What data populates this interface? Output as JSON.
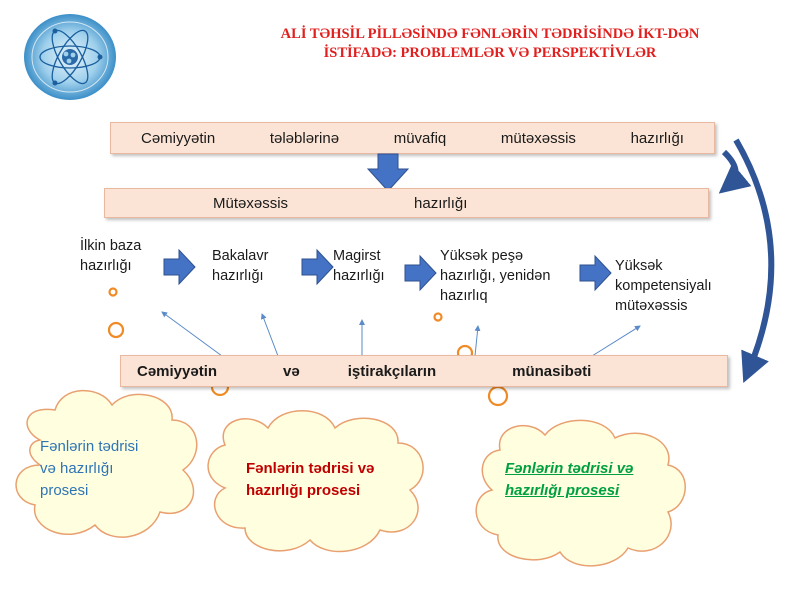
{
  "title": {
    "line1": "ALİ TƏHSİL PİLLƏSİNDƏ FƏNLƏRİN TƏDRİSİNDƏ İKT-DƏN",
    "line2": "İSTİFADƏ: PROBLEMLƏR VƏ PERSPEKTİVLƏR"
  },
  "logo": {
    "icon": "atom-logo-icon"
  },
  "top_bar": {
    "words": [
      "Cəmiyyətin",
      "tələblərinə",
      "müvafiq",
      "mütəxəssis",
      "hazırlığı"
    ]
  },
  "middle_bar": {
    "words": [
      "Mütəxəssis",
      "hazırlığı"
    ]
  },
  "stages": [
    {
      "text": "İlkin baza\nhazırlığı"
    },
    {
      "text": "Bakalavr\nhazırlığı"
    },
    {
      "text": "Magirst\nhazırlığı"
    },
    {
      "text": "Yüksək peşə\nhazırlığı, yenidən\nhazırlıq"
    },
    {
      "text": "Yüksək\nkompetensiyalı\nmütəxəssis"
    }
  ],
  "bottom_bar": {
    "words": [
      "Cəmiyyətin",
      "və",
      "iştirakçıların",
      "münasibəti"
    ]
  },
  "clouds": [
    {
      "text": "Fənlərin tədrisi\nvə  hazırlığı\nprosesi",
      "color": "#2e74b5"
    },
    {
      "text": "Fənlərin tədrisi və\nhazırlığı prosesi",
      "color": "#c00000"
    },
    {
      "text": "Fənlərin tədrisi və\nhazırlığı prosesi",
      "color": "#00a040"
    }
  ],
  "colors": {
    "arrow_blue": "#4472c4",
    "bar_fill": "#fbe4d5",
    "title_red": "#e0201f",
    "circle_orange": "#f08a24"
  }
}
